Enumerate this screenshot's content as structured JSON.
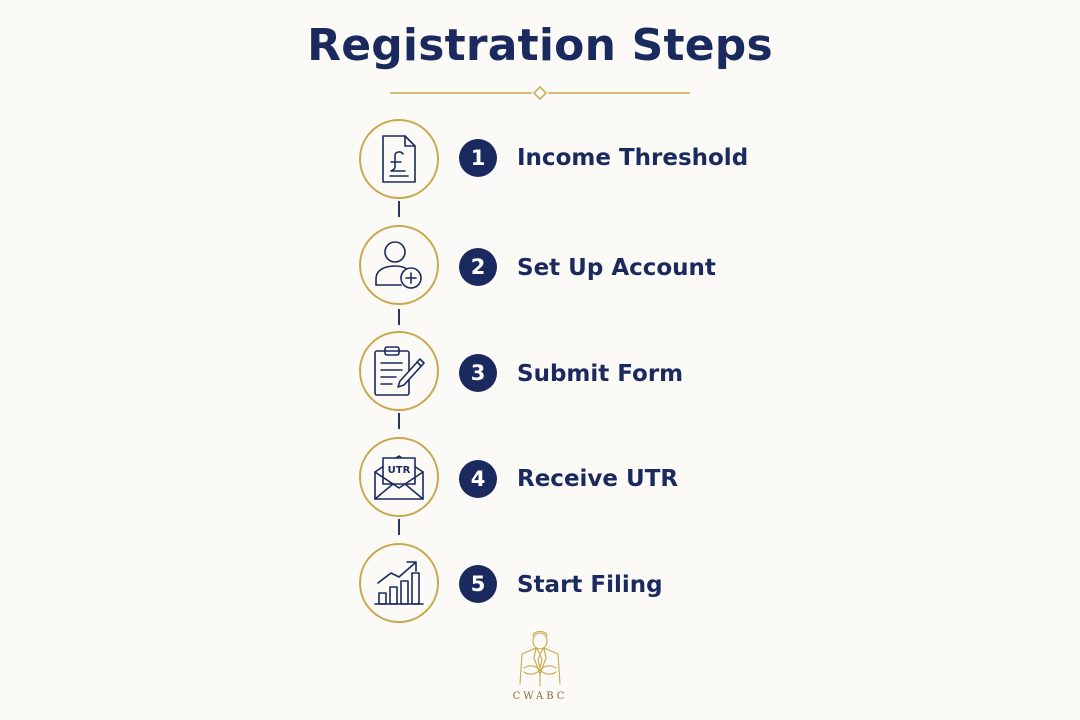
{
  "title": "Registration Steps",
  "steps": [
    {
      "number": "1",
      "label": "Income Threshold",
      "icon": "pound-document-icon"
    },
    {
      "number": "2",
      "label": "Set Up Account",
      "icon": "add-user-icon"
    },
    {
      "number": "3",
      "label": "Submit Form",
      "icon": "clipboard-pen-icon"
    },
    {
      "number": "4",
      "label": "Receive UTR",
      "icon": "utr-envelope-icon",
      "icon_text": "UTR"
    },
    {
      "number": "5",
      "label": "Start Filing",
      "icon": "growth-chart-icon"
    }
  ],
  "brand": "CWABC",
  "colors": {
    "navy": "#1a2a5e",
    "gold": "#c9a84c",
    "background": "#fbfaf7"
  }
}
